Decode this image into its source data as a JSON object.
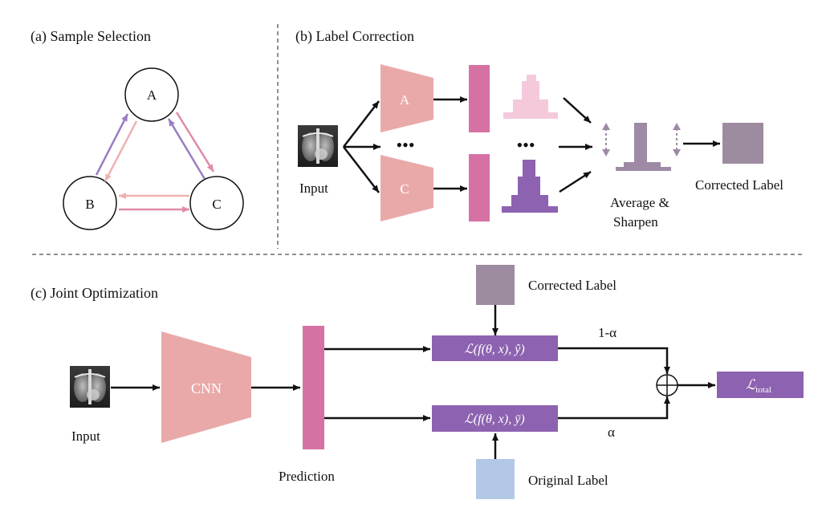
{
  "panels": {
    "a": {
      "title": "(a) Sample Selection",
      "nodes": [
        "A",
        "B",
        "C"
      ]
    },
    "b": {
      "title": "(b) Label Correction",
      "input_label": "Input",
      "model_top": "A",
      "model_bottom": "C",
      "ellipsis": "•••",
      "avg_line1": "Average &",
      "avg_line2": "Sharpen",
      "output_label": "Corrected Label"
    },
    "c": {
      "title": "(c) Joint Optimization",
      "input_label": "Input",
      "cnn_label": "CNN",
      "prediction_label": "Prediction",
      "corrected_label": "Corrected Label",
      "original_label": "Original Label",
      "loss_top_text": "f(θ,  x), ŷ)",
      "loss_bottom_text": "f(θ,  x), ȳ)",
      "loss_script": "ℒ",
      "loss_paren": "(",
      "weight_top": "1-α",
      "weight_bottom": "α",
      "total_symbol": "ℒ",
      "total_sub": "total"
    }
  },
  "colors": {
    "model_pink": "#eaa9a9",
    "feature_pink": "#d672a3",
    "light_pink_hist": "#f5c9dc",
    "purple_hist": "#8d62b0",
    "avg_hist": "#9e8aa4",
    "corrected_box": "#9d8b9f",
    "loss_box": "#8d62b0",
    "original_box": "#b3c8e6",
    "arrow_purple": "#9b7cc4",
    "arrow_pink": "#e08aaa",
    "arrow_light_pink": "#f0b1b1"
  }
}
